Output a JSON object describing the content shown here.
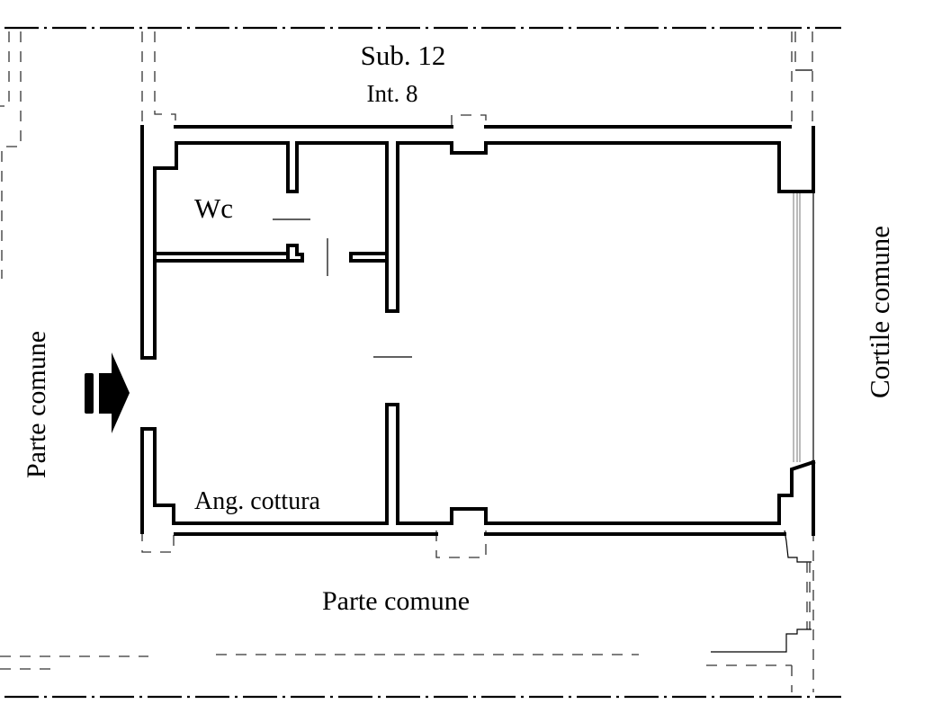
{
  "plan": {
    "unit_title": "Sub. 12",
    "unit_subtitle": "Int. 8",
    "rooms": [
      {
        "name": "wc",
        "label": "Wc"
      },
      {
        "name": "kitchenette",
        "label": "Ang. cottura"
      }
    ],
    "surroundings": {
      "left": "Parte comune",
      "bottom": "Parte comune",
      "right": "Cortile comune"
    },
    "entrance_icon": "entrance-arrow-icon",
    "colors": {
      "line": "#000000",
      "background": "#ffffff"
    }
  }
}
